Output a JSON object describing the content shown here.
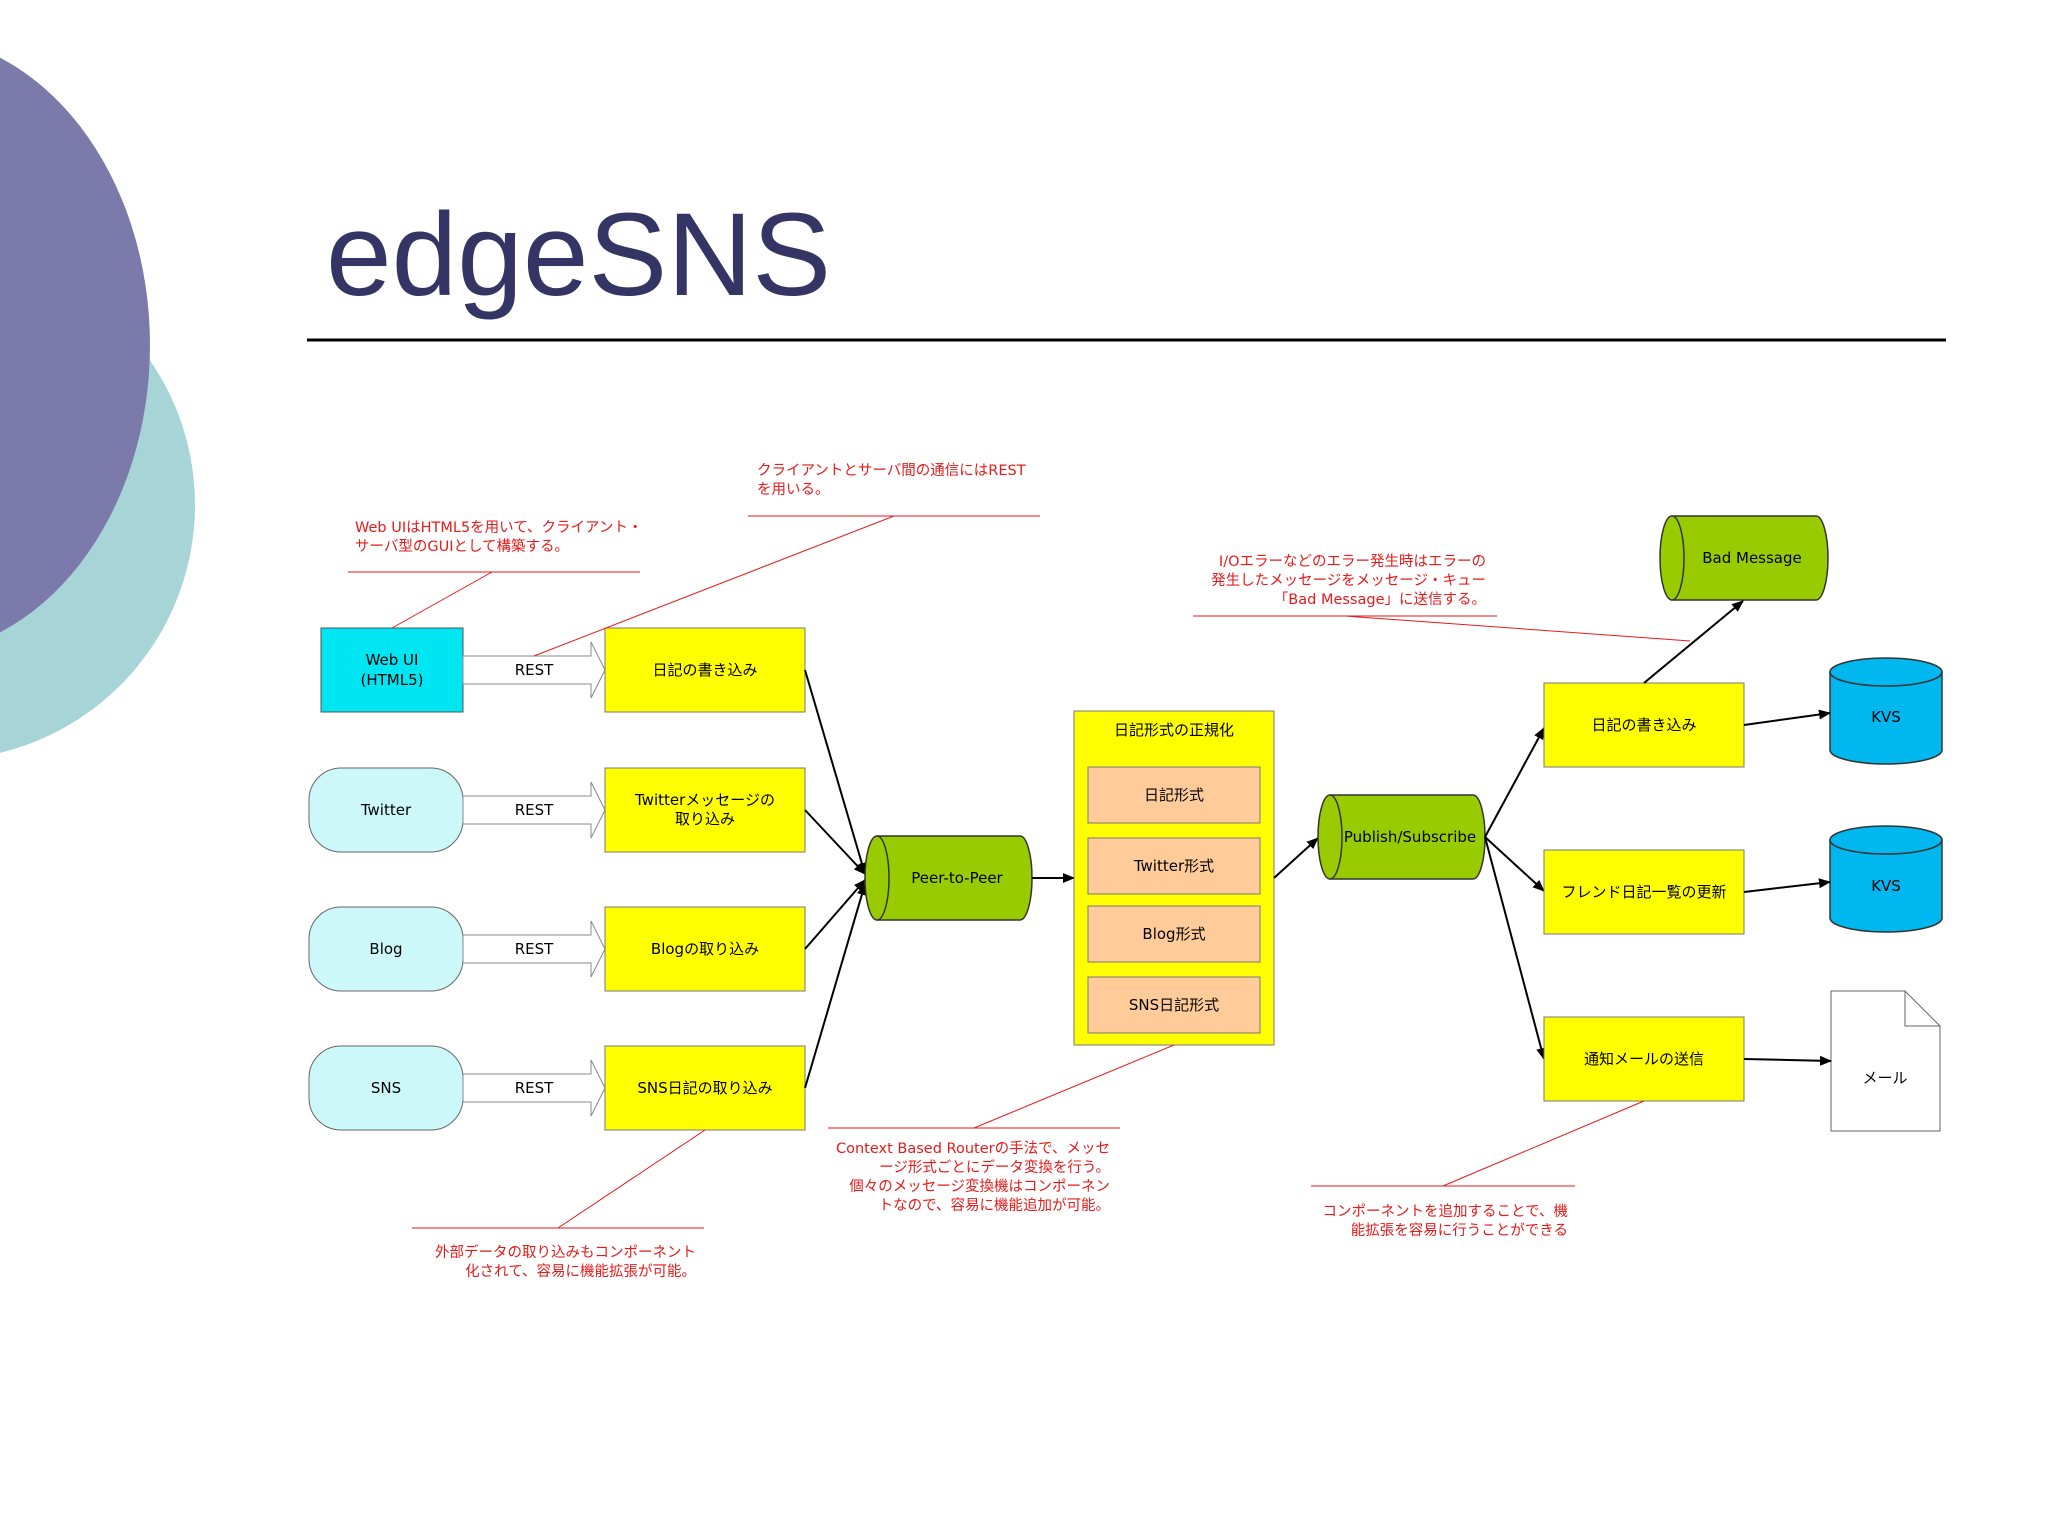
{
  "title": "edgeSNS",
  "colors": {
    "title": "#343465",
    "circle_purple": "#7b7aab",
    "circle_teal": "#a7d4d6",
    "cyan_box": "#00e5f2",
    "pale_cyan": "#ccf8fa",
    "yellow": "#ffff00",
    "green": "#99cc00",
    "peach": "#ffcc99",
    "kvs_blue": "#00b7ef",
    "annotation_red": "#e61a1a"
  },
  "diagram": {
    "sources": [
      {
        "label_line1": "Web UI",
        "label_line2": "(HTML5)",
        "connector": "REST"
      },
      {
        "label": "Twitter",
        "connector": "REST"
      },
      {
        "label": "Blog",
        "connector": "REST"
      },
      {
        "label": "SNS",
        "connector": "REST"
      }
    ],
    "ingest": [
      {
        "label": "日記の書き込み"
      },
      {
        "label_line1": "Twitterメッセージの",
        "label_line2": "取り込み"
      },
      {
        "label": "Blogの取り込み"
      },
      {
        "label": "SNS日記の取り込み"
      }
    ],
    "p2p": "Peer-to-Peer",
    "normalize": {
      "title": "日記形式の正規化",
      "formats": [
        "日記形式",
        "Twitter形式",
        "Blog形式",
        "SNS日記形式"
      ]
    },
    "pubsub": "Publish/Subscribe",
    "bad_message": "Bad Message",
    "outputs": [
      "日記の書き込み",
      "フレンド日記一覧の更新",
      "通知メールの送信"
    ],
    "kvs": [
      "KVS",
      "KVS"
    ],
    "mail": "メール"
  },
  "annotations": {
    "webui": [
      "Web UIはHTML5を用いて、クライアント・",
      "サーバ型のGUIとして構築する。"
    ],
    "rest": [
      "クライアントとサーバ間の通信にはREST",
      "を用いる。"
    ],
    "error": [
      "I/Oエラーなどのエラー発生時はエラーの",
      "発生したメッセージをメッセージ・キュー",
      "「Bad Message」に送信する。"
    ],
    "router": [
      "Context Based Routerの手法で、メッセ",
      "ージ形式ごとにデータ変換を行う。",
      "個々のメッセージ変換機はコンポーネン",
      "トなので、容易に機能追加が可能。"
    ],
    "external": [
      "外部データの取り込みもコンポーネント",
      "化されて、容易に機能拡張が可能。"
    ],
    "component": [
      "コンポーネントを追加することで、機",
      "能拡張を容易に行うことができる"
    ]
  }
}
